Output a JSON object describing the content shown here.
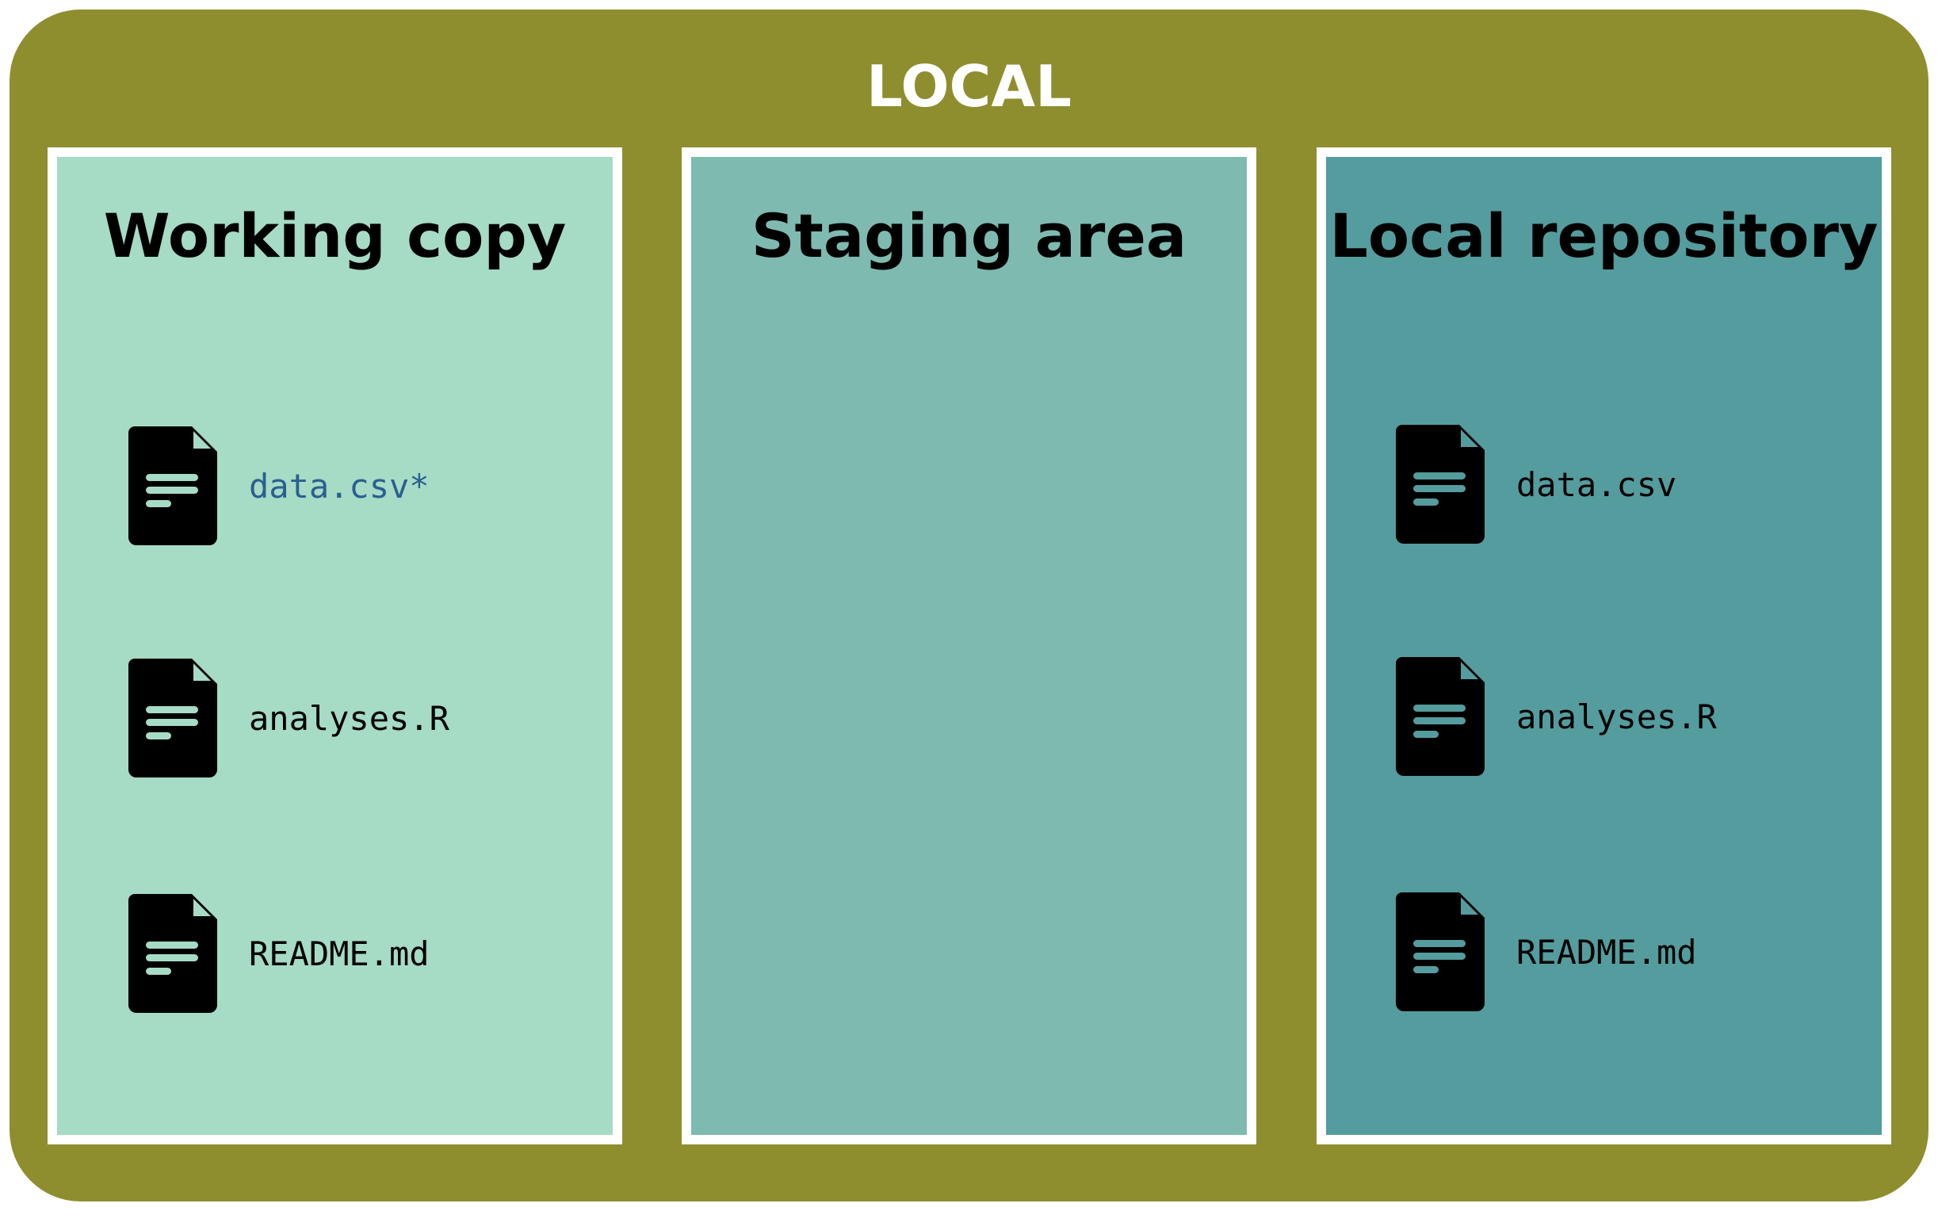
{
  "outer_title": "LOCAL",
  "colors": {
    "outer": "#8f8e2f",
    "working": "#a6dbc5",
    "staging": "#7ebab0",
    "repository": "#559c9e",
    "modified_text": "#2b5f91"
  },
  "panels": [
    {
      "title": "Working copy",
      "files": [
        {
          "name": "data.csv*",
          "modified": true,
          "icon": "file-icon"
        },
        {
          "name": "analyses.R",
          "modified": false,
          "icon": "file-icon"
        },
        {
          "name": "README.md",
          "modified": false,
          "icon": "file-icon"
        }
      ]
    },
    {
      "title": "Staging area",
      "files": []
    },
    {
      "title": "Local repository",
      "files": [
        {
          "name": "data.csv",
          "modified": false,
          "icon": "file-icon"
        },
        {
          "name": "analyses.R",
          "modified": false,
          "icon": "file-icon"
        },
        {
          "name": "README.md",
          "modified": false,
          "icon": "file-icon"
        }
      ]
    }
  ]
}
